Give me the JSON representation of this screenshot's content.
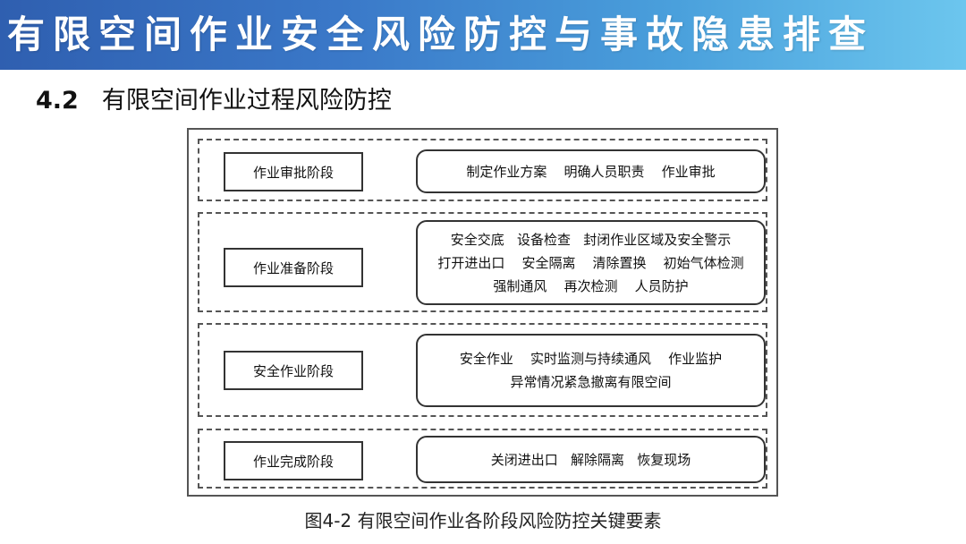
{
  "banner": {
    "title": "有限空间作业安全风险防控与事故隐患排查"
  },
  "section": {
    "number": "4.2",
    "title": "有限空间作业过程风险防控"
  },
  "stages": [
    {
      "label": "作业审批阶段",
      "lines": [
        "制定作业方案    明确人员职责    作业审批"
      ]
    },
    {
      "label": "作业准备阶段",
      "lines": [
        "安全交底   设备检查   封闭作业区域及安全警示",
        "打开进出口    安全隔离    清除置换    初始气体检测",
        "强制通风    再次检测    人员防护"
      ]
    },
    {
      "label": "安全作业阶段",
      "lines": [
        "安全作业    实时监测与持续通风    作业监护",
        "异常情况紧急撤离有限空间"
      ]
    },
    {
      "label": "作业完成阶段",
      "lines": [
        "关闭进出口   解除隔离   恢复现场"
      ]
    }
  ],
  "caption": "图4-2  有限空间作业各阶段风险防控关键要素"
}
